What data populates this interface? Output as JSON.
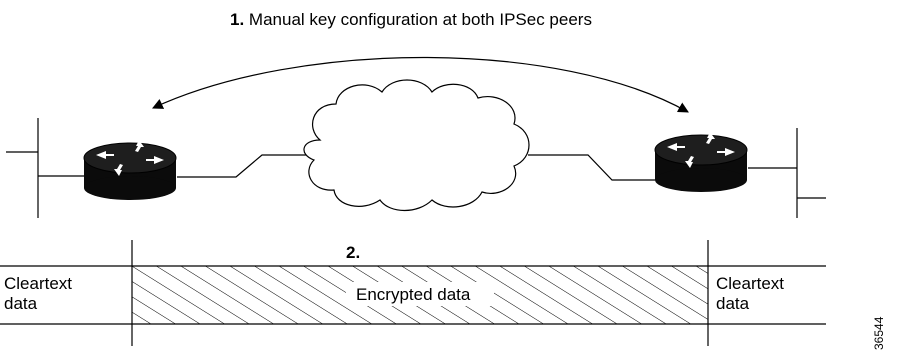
{
  "steps": {
    "step1_number": "1.",
    "step1_text": "Manual key configuration at both IPSec peers",
    "step2_number": "2."
  },
  "data_segments": {
    "left_line1": "Cleartext",
    "left_line2": "data",
    "middle": "Encrypted data",
    "right_line1": "Cleartext",
    "right_line2": "data"
  },
  "figure_id": "36544",
  "icons": {
    "left_router": "router-icon",
    "right_router": "router-icon",
    "network": "cloud-icon"
  }
}
